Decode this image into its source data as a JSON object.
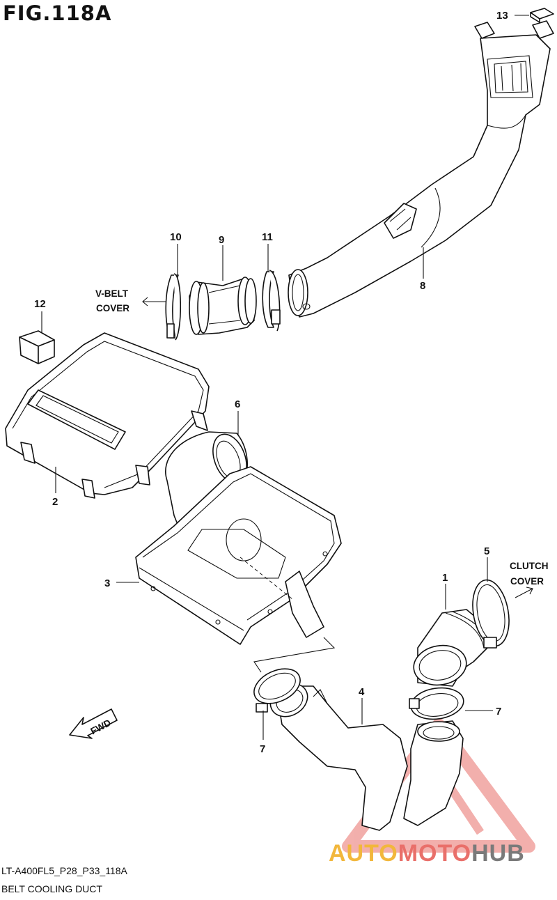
{
  "figure": {
    "title": "FIG.118A",
    "code": "LT-A400FL5_P28_P33_118A",
    "name": "BELT COOLING DUCT"
  },
  "callouts": {
    "p1": "1",
    "p2": "2",
    "p3": "3",
    "p4": "4",
    "p5": "5",
    "p6": "6",
    "p7a": "7",
    "p7b": "7",
    "p8": "8",
    "p9": "9",
    "p10": "10",
    "p11": "11",
    "p12": "12",
    "p13": "13"
  },
  "notes": {
    "vbelt_line1": "V-BELT",
    "vbelt_line2": "COVER",
    "clutch_line1": "CLUTCH",
    "clutch_line2": "COVER",
    "fwd": "FWD"
  },
  "watermark": {
    "part1": "AUTO",
    "part2": "MOTO",
    "part3": "HUB",
    "colors": {
      "yellow": "#f2b73c",
      "red": "#e96f6a",
      "gray": "#7a7a7a"
    }
  }
}
